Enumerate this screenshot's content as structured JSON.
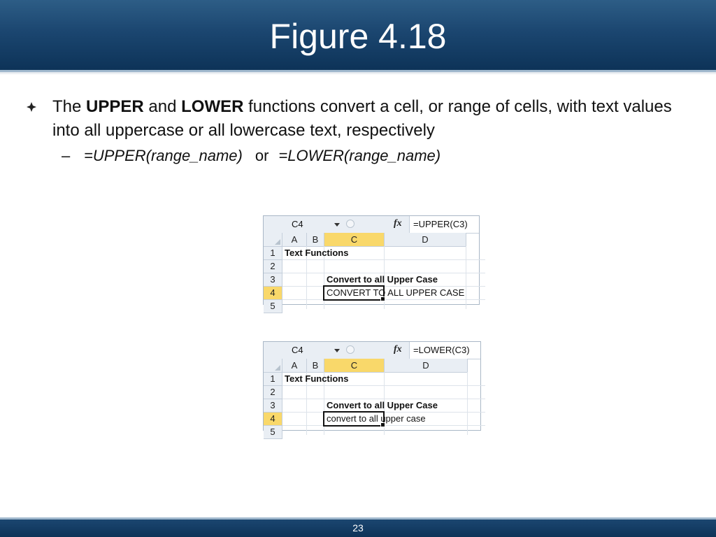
{
  "slide": {
    "title": "Figure 4.18",
    "page_number": "23"
  },
  "bullet1": {
    "t1": "The ",
    "upper": "UPPER",
    "t2": " and ",
    "lower": "LOWER",
    "t3": " functions convert a cell, or range of cells, with text values into all uppercase or all lowercase text, respectively"
  },
  "bullet2": {
    "marker": "–",
    "upper_syntax": "=UPPER(range_name)",
    "or_text": "or",
    "lower_syntax": "=LOWER(range_name)"
  },
  "sheet_upper": {
    "name_box": "C4",
    "fx": "fx",
    "formula": "=UPPER(C3)",
    "columns": [
      "A",
      "B",
      "C",
      "D"
    ],
    "rows": [
      "1",
      "2",
      "3",
      "4",
      "5"
    ],
    "a1": "Text Functions",
    "c3": "Convert to all Upper Case",
    "c4": "CONVERT TO ALL UPPER CASE"
  },
  "sheet_lower": {
    "name_box": "C4",
    "fx": "fx",
    "formula": "=LOWER(C3)",
    "columns": [
      "A",
      "B",
      "C",
      "D"
    ],
    "rows": [
      "1",
      "2",
      "3",
      "4",
      "5"
    ],
    "a1": "Text Functions",
    "c3": "Convert to all Upper Case",
    "c4": "convert to all upper case"
  },
  "colors": {
    "header_blue": "#1b4670",
    "active_header": "#f9d86a"
  }
}
